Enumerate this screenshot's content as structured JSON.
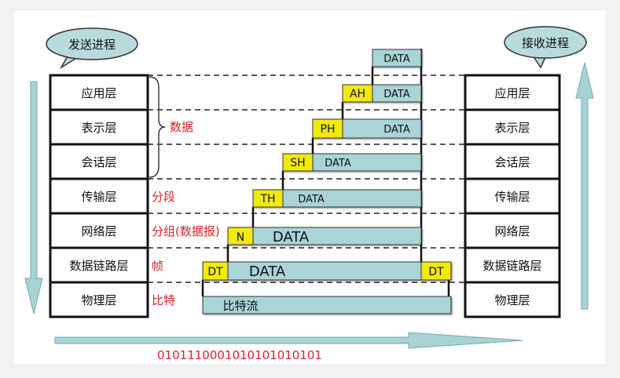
{
  "processes": {
    "send": "发送进程",
    "receive": "接收进程"
  },
  "layers": [
    "应用层",
    "表示层",
    "会话层",
    "传输层",
    "网络层",
    "数据链路层",
    "物理层"
  ],
  "unit_labels": {
    "data": "数据",
    "segment": "分段",
    "packet": "分组(数据报)",
    "frame": "帧",
    "bit": "比特"
  },
  "encapsulation": {
    "top_data": "DATA",
    "rows": [
      {
        "header": "AH",
        "payload": "DATA"
      },
      {
        "header": "PH",
        "payload": "DATA"
      },
      {
        "header": "SH",
        "payload": "DATA"
      },
      {
        "header": "TH",
        "payload": "DATA"
      },
      {
        "header": "N",
        "payload": "DATA"
      },
      {
        "header": "DT",
        "payload": "DATA",
        "trailer": "DT"
      }
    ],
    "bitstream": "比特流"
  },
  "binary_string": "0101110001010101010101",
  "colors": {
    "background": "#f2f2f2",
    "header_fill": "#f2ea0c",
    "payload_fill": "#a9d4d8",
    "label_red": "#d9232a",
    "arrow_fill": "#a8d3d5",
    "bubble_fill": "#b9dbdd"
  }
}
